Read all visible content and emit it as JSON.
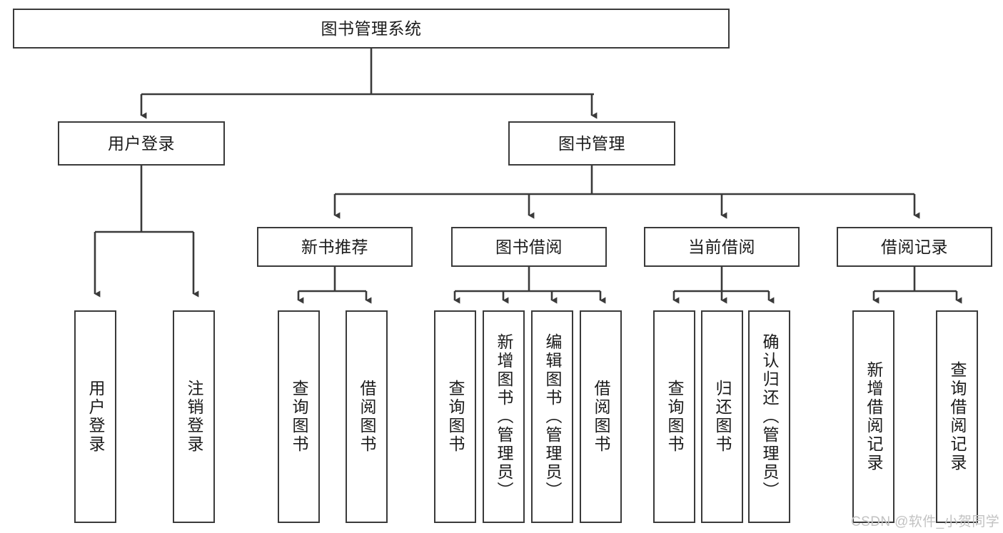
{
  "diagram": {
    "title": "图书管理系统",
    "type": "hierarchy-tree",
    "colors": {
      "box_border": "#3a3a3a",
      "box_fill": "#ffffff",
      "connector": "#3a3a3a",
      "text": "#1b1b1b",
      "watermark": "#c2c2c2",
      "background": "#ffffff"
    }
  },
  "root": {
    "label": "图书管理系统"
  },
  "level2": [
    {
      "label": "用户登录"
    },
    {
      "label": "图书管理"
    }
  ],
  "level3": [
    {
      "label": "新书推荐"
    },
    {
      "label": "图书借阅"
    },
    {
      "label": "当前借阅"
    },
    {
      "label": "借阅记录"
    }
  ],
  "leaves": {
    "user_login": [
      {
        "label": "用户登录"
      },
      {
        "label": "注销登录"
      }
    ],
    "new_book_recommend": [
      {
        "label": "查询图书"
      },
      {
        "label": "借阅图书"
      }
    ],
    "book_borrow": [
      {
        "label": "查询图书"
      },
      {
        "label": "新增图书（管理员）"
      },
      {
        "label": "编辑图书（管理员）"
      },
      {
        "label": "借阅图书"
      }
    ],
    "current_borrow": [
      {
        "label": "查询图书"
      },
      {
        "label": "归还图书"
      },
      {
        "label": "确认归还（管理员）"
      }
    ],
    "borrow_record": [
      {
        "label": "新增借阅记录"
      },
      {
        "label": "查询借阅记录"
      }
    ]
  },
  "watermark": {
    "text": "CSDN @软件_小贺同学"
  }
}
